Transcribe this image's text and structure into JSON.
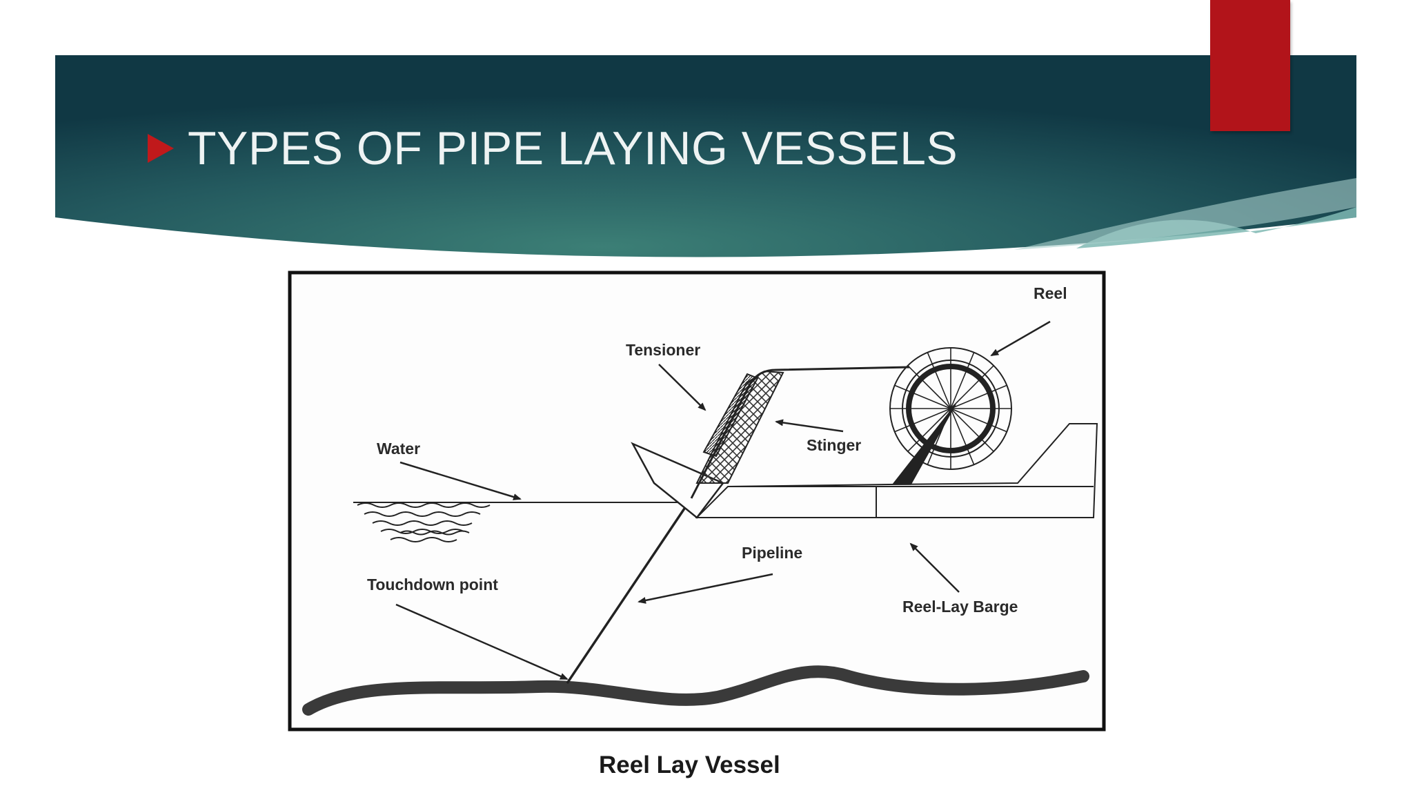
{
  "slide": {
    "title": "TYPES OF PIPE LAYING VESSELS",
    "caption": "Reel Lay Vessel",
    "accent_color": "#b2141a",
    "banner_color": "#1d4a50"
  },
  "diagram": {
    "labels": {
      "reel": "Reel",
      "tensioner": "Tensioner",
      "water": "Water",
      "stinger": "Stinger",
      "pipeline": "Pipeline",
      "touchdown": "Touchdown point",
      "barge": "Reel-Lay Barge"
    }
  },
  "icons": {
    "title_bullet": "play-triangle-icon"
  }
}
